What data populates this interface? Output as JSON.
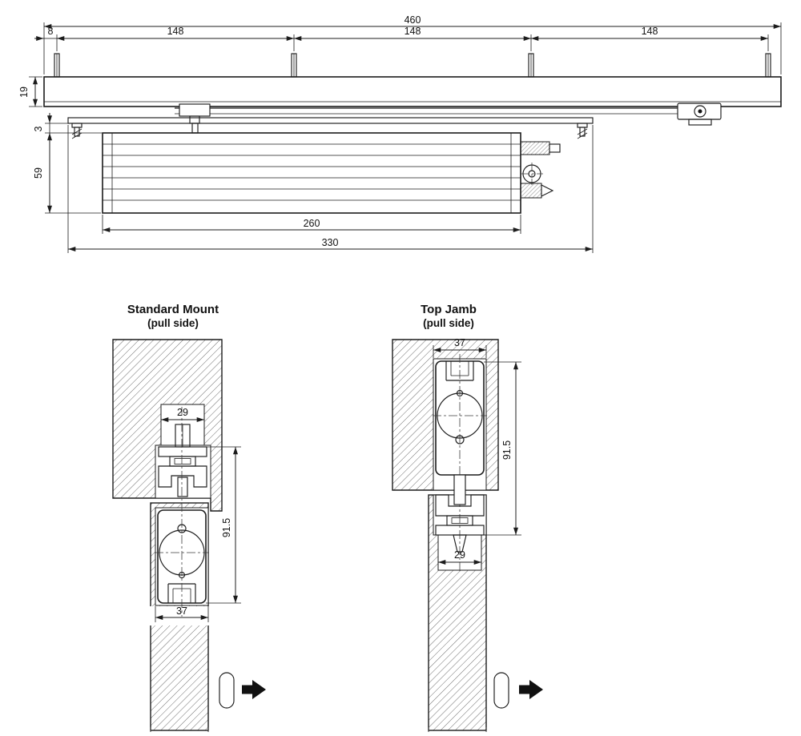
{
  "drawing": {
    "background": "#ffffff",
    "line_color": "#1c1c1c",
    "side_view": {
      "dim_total_length": "460",
      "dim_end_offset": "8",
      "dim_spacing_1": "148",
      "dim_spacing_2": "148",
      "dim_spacing_3": "148",
      "dim_rail_height": "19",
      "dim_plate_gap": "3",
      "dim_body_height": "59",
      "dim_body_length": "260",
      "dim_plate_length": "330"
    },
    "standard_mount": {
      "title": "Standard Mount",
      "subtitle": "(pull side)",
      "dim_recess_width": "29",
      "dim_depth": "91.5",
      "dim_body_width": "37"
    },
    "top_jamb": {
      "title": "Top Jamb",
      "subtitle": "(pull side)",
      "dim_body_width": "37",
      "dim_depth": "91.5",
      "dim_recess_width": "29"
    }
  }
}
